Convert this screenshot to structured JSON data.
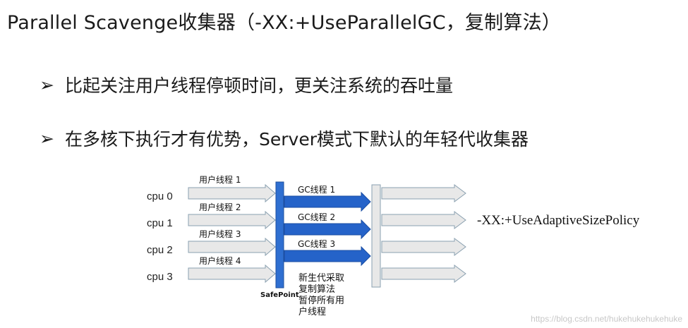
{
  "title": "Parallel Scavenge收集器（-XX:+UseParallelGC，复制算法）",
  "bullets": [
    {
      "marker": "➢",
      "text": "比起关注用户线程停顿时间，更关注系统的吞吐量"
    },
    {
      "marker": "➢",
      "text": "在多核下执行才有优势，Server模式下默认的年轻代收集器"
    }
  ],
  "diagram": {
    "cpus": [
      "cpu 0",
      "cpu 1",
      "cpu 2",
      "cpu 3"
    ],
    "user_threads": [
      "用户线程 1",
      "用户线程 2",
      "用户线程 3",
      "用户线程 4"
    ],
    "gc_threads": [
      "GC线程 1",
      "GC线程 2",
      "GC线程 3"
    ],
    "safepoint_label": "SafePoint",
    "note_lines": [
      "新生代采取",
      "复制算法",
      "暂停所有用",
      "户线程"
    ],
    "policy_label": "-XX:+UseAdaptiveSizePolicy",
    "colors": {
      "gc_arrow": "#2563c9",
      "user_arrow_fill": "#e8e8e8",
      "user_arrow_stroke": "#8aa0b0",
      "safepoint_bar": "#2f6fd1"
    }
  },
  "watermark": "https://blog.csdn.net/hukehukehukehuke"
}
